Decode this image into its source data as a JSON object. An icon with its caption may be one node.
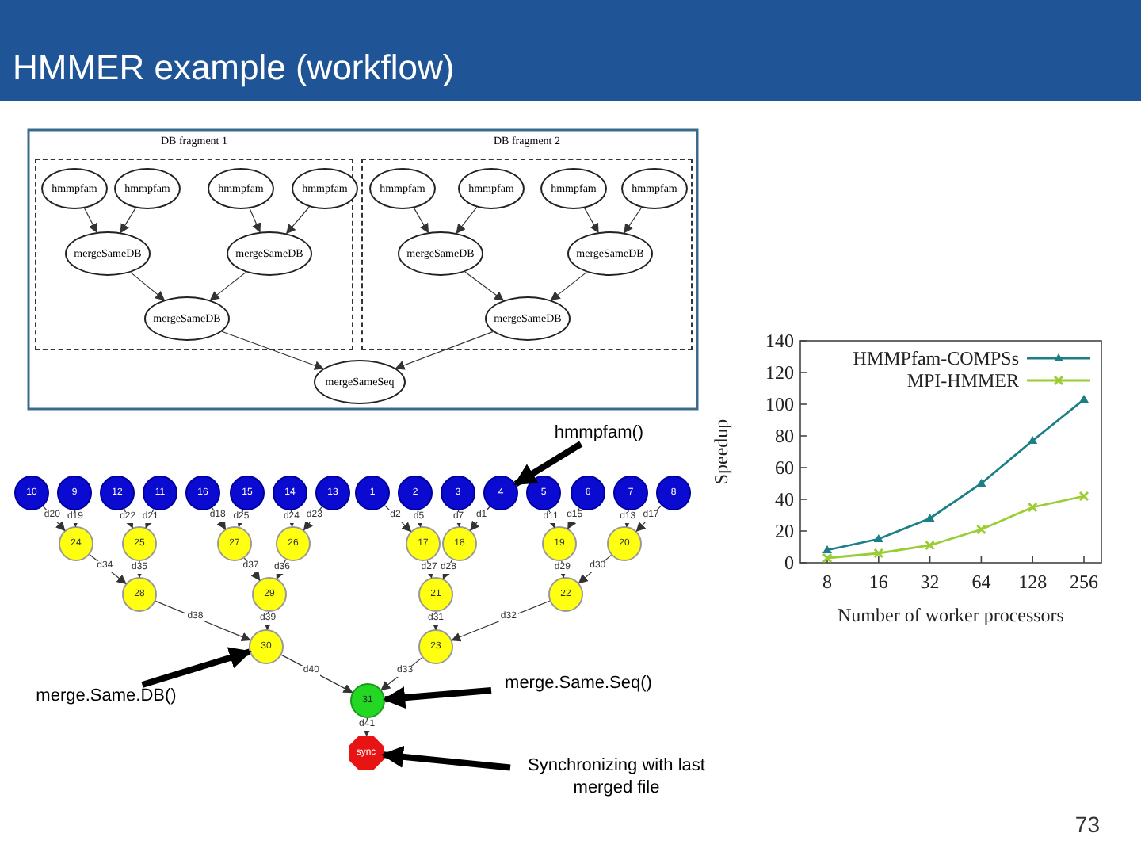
{
  "diagram": {
    "title": "HMMER example (workflow)",
    "nodes": [
      {
        "text": [
          "DB fragment 1"
        ]
      },
      {
        "text": [
          "hmmpfam"
        ],
        "in": 0
      },
      {
        "text": [
          "hmmpfam"
        ],
        "in": 0
      },
      {
        "text": [
          "hmmpfam"
        ],
        "in": 0
      },
      {
        "text": [
          "hmmpfam"
        ],
        "in": 0
      },
      {
        "text": [
          "mergeSameDB"
        ],
        "in": 0
      },
      {
        "text": [
          "mergeSameDB"
        ],
        "in": 0
      },
      {
        "text": [
          "mergeSameDB"
        ],
        "in": 0
      },
      {
        "text": [
          "DB fragment 2"
        ]
      },
      {
        "text": [
          "hmmpfam"
        ],
        "in": 8
      },
      {
        "text": [
          "hmmpfam"
        ],
        "in": 8
      },
      {
        "text": [
          "hmmpfam"
        ],
        "in": 8
      },
      {
        "text": [
          "hmmpfam"
        ],
        "in": 8
      },
      {
        "text": [
          "mergeSameDB"
        ],
        "in": 8
      },
      {
        "text": [
          "mergeSameDB"
        ],
        "in": 8
      },
      {
        "text": [
          "mergeSameDB"
        ],
        "in": 8
      },
      {
        "text": [
          "mergeSameSeq"
        ]
      },
      {
        "text": [
          "10"
        ]
      },
      {
        "text": [
          "9"
        ]
      },
      {
        "text": [
          "12"
        ]
      },
      {
        "text": [
          "11"
        ]
      },
      {
        "text": [
          "16"
        ]
      },
      {
        "text": [
          "15"
        ]
      },
      {
        "text": [
          "14"
        ]
      },
      {
        "text": [
          "13"
        ]
      },
      {
        "text": [
          "1"
        ]
      },
      {
        "text": [
          "2"
        ]
      },
      {
        "text": [
          "3"
        ]
      },
      {
        "text": [
          "4"
        ]
      },
      {
        "text": [
          "5"
        ]
      },
      {
        "text": [
          "6"
        ]
      },
      {
        "text": [
          "7"
        ]
      },
      {
        "text": [
          "8"
        ]
      },
      {
        "text": [
          "24"
        ]
      },
      {
        "text": [
          "25"
        ]
      },
      {
        "text": [
          "27"
        ]
      },
      {
        "text": [
          "26"
        ]
      },
      {
        "text": [
          "17"
        ]
      },
      {
        "text": [
          "18"
        ]
      },
      {
        "text": [
          "19"
        ]
      },
      {
        "text": [
          "20"
        ]
      },
      {
        "text": [
          "28"
        ]
      },
      {
        "text": [
          "29"
        ]
      },
      {
        "text": [
          "21"
        ]
      },
      {
        "text": [
          "22"
        ]
      },
      {
        "text": [
          "30"
        ]
      },
      {
        "text": [
          "23"
        ]
      },
      {
        "text": [
          "31"
        ]
      },
      {
        "text": [
          "sync"
        ]
      },
      {
        "text": [
          "hmmpfam()"
        ]
      },
      {
        "text": [
          "merge.Same.DB()"
        ]
      },
      {
        "text": [
          "merge.Same.Seq()"
        ]
      },
      {
        "text": [
          "Synchronizing with last merged file"
        ]
      }
    ],
    "edges": [
      {
        "from": 1,
        "to": 5,
        "arrow": "to"
      },
      {
        "from": 2,
        "to": 5,
        "arrow": "to"
      },
      {
        "from": 3,
        "to": 6,
        "arrow": "to"
      },
      {
        "from": 4,
        "to": 6,
        "arrow": "to"
      },
      {
        "from": 5,
        "to": 7,
        "arrow": "to"
      },
      {
        "from": 6,
        "to": 7,
        "arrow": "to"
      },
      {
        "from": 9,
        "to": 13,
        "arrow": "to"
      },
      {
        "from": 10,
        "to": 13,
        "arrow": "to"
      },
      {
        "from": 11,
        "to": 14,
        "arrow": "to"
      },
      {
        "from": 12,
        "to": 14,
        "arrow": "to"
      },
      {
        "from": 13,
        "to": 15,
        "arrow": "to"
      },
      {
        "from": 14,
        "to": 15,
        "arrow": "to"
      },
      {
        "from": 7,
        "to": 16,
        "arrow": "to"
      },
      {
        "from": 15,
        "to": 16,
        "arrow": "to"
      },
      {
        "from": 17,
        "to": 33,
        "arrow": "to",
        "label": "d20"
      },
      {
        "from": 18,
        "to": 33,
        "arrow": "to",
        "label": "d19"
      },
      {
        "from": 19,
        "to": 34,
        "arrow": "to",
        "label": "d22"
      },
      {
        "from": 20,
        "to": 34,
        "arrow": "to",
        "label": "d21"
      },
      {
        "from": 21,
        "to": 35,
        "arrow": "to",
        "label": "d18"
      },
      {
        "from": 22,
        "to": 35,
        "arrow": "to",
        "label": "d25"
      },
      {
        "from": 23,
        "to": 36,
        "arrow": "to",
        "label": "d24"
      },
      {
        "from": 24,
        "to": 36,
        "arrow": "to",
        "label": "d23"
      },
      {
        "from": 25,
        "to": 37,
        "arrow": "to",
        "label": "d2"
      },
      {
        "from": 26,
        "to": 37,
        "arrow": "to",
        "label": "d5"
      },
      {
        "from": 27,
        "to": 38,
        "arrow": "to",
        "label": "d7"
      },
      {
        "from": 28,
        "to": 38,
        "arrow": "to",
        "label": "d1"
      },
      {
        "from": 29,
        "to": 39,
        "arrow": "to",
        "label": "d11"
      },
      {
        "from": 30,
        "to": 39,
        "arrow": "to",
        "label": "d15"
      },
      {
        "from": 31,
        "to": 40,
        "arrow": "to",
        "label": "d13"
      },
      {
        "from": 32,
        "to": 40,
        "arrow": "to",
        "label": "d17"
      },
      {
        "from": 33,
        "to": 41,
        "arrow": "to",
        "label": "d34"
      },
      {
        "from": 34,
        "to": 41,
        "arrow": "to",
        "label": "d35"
      },
      {
        "from": 35,
        "to": 42,
        "arrow": "to",
        "label": "d37"
      },
      {
        "from": 36,
        "to": 42,
        "arrow": "to",
        "label": "d36"
      },
      {
        "from": 37,
        "to": 43,
        "arrow": "to",
        "label": "d27"
      },
      {
        "from": 38,
        "to": 43,
        "arrow": "to",
        "label": "d28"
      },
      {
        "from": 39,
        "to": 44,
        "arrow": "to",
        "label": "d29"
      },
      {
        "from": 40,
        "to": 44,
        "arrow": "to",
        "label": "d30"
      },
      {
        "from": 41,
        "to": 45,
        "arrow": "to",
        "label": "d38"
      },
      {
        "from": 42,
        "to": 45,
        "arrow": "to",
        "label": "d39"
      },
      {
        "from": 43,
        "to": 46,
        "arrow": "to",
        "label": "d31"
      },
      {
        "from": 44,
        "to": 46,
        "arrow": "to",
        "label": "d32"
      },
      {
        "from": 45,
        "to": 47,
        "arrow": "to",
        "label": "d40"
      },
      {
        "from": 46,
        "to": 47,
        "arrow": "to",
        "label": "d33"
      },
      {
        "from": 47,
        "to": 48,
        "arrow": "to",
        "label": "d41"
      },
      {
        "from": 49,
        "to": 28,
        "arrow": "to",
        "style": "thick"
      },
      {
        "from": 50,
        "to": 45,
        "arrow": "to",
        "style": "thick"
      },
      {
        "from": 51,
        "to": 47,
        "arrow": "to",
        "style": "thick"
      },
      {
        "from": 52,
        "to": 48,
        "arrow": "to",
        "style": "thick"
      }
    ],
    "labels": [
      "73"
    ],
    "chart_data": {
      "type": "line",
      "xlabel": "Number of worker processors",
      "ylabel": "Speedup",
      "categories": [
        "8",
        "16",
        "32",
        "64",
        "128",
        "256"
      ],
      "series": [
        {
          "name": "HMMPfam-COMPSs",
          "color": "#1b7f86",
          "marker": "triangle",
          "values": [
            8,
            15,
            28,
            50,
            77,
            103
          ]
        },
        {
          "name": "MPI-HMMER",
          "color": "#9acd32",
          "marker": "x",
          "values": [
            3,
            6,
            11,
            21,
            35,
            42
          ]
        }
      ],
      "legend": true,
      "ylim": [
        0,
        140
      ],
      "yticks": [
        0,
        20,
        40,
        60,
        80,
        100,
        120,
        140
      ]
    }
  }
}
